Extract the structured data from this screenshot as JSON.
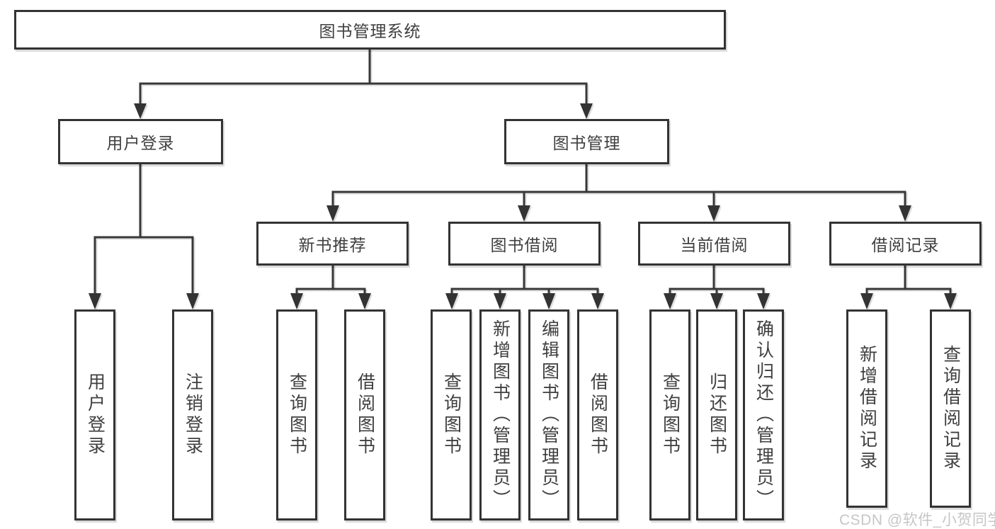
{
  "tree": {
    "root": {
      "label": "图书管理系统"
    },
    "branches": [
      {
        "label": "用户登录",
        "children": [
          {
            "label": "用户登录"
          },
          {
            "label": "注销登录"
          }
        ]
      },
      {
        "label": "图书管理",
        "sections": [
          {
            "label": "新书推荐",
            "children": [
              {
                "label": "查询图书"
              },
              {
                "label": "借阅图书"
              }
            ]
          },
          {
            "label": "图书借阅",
            "children": [
              {
                "label": "查询图书"
              },
              {
                "label": "新增图书（管理员）"
              },
              {
                "label": "编辑图书（管理员）"
              },
              {
                "label": "借阅图书"
              }
            ]
          },
          {
            "label": "当前借阅",
            "children": [
              {
                "label": "查询图书"
              },
              {
                "label": "归还图书"
              },
              {
                "label": "确认归还（管理员）"
              }
            ]
          },
          {
            "label": "借阅记录",
            "children": [
              {
                "label": "新增借阅记录"
              },
              {
                "label": "查询借阅记录"
              }
            ]
          }
        ]
      }
    ]
  },
  "watermark": {
    "text": "CSDN @软件_小贺同学"
  },
  "colors": {
    "background": "#ffffff",
    "box_border": "#333333",
    "connector_line": "#383838",
    "text": "#3f3f3f",
    "watermark_text": "#c6c6c6"
  }
}
